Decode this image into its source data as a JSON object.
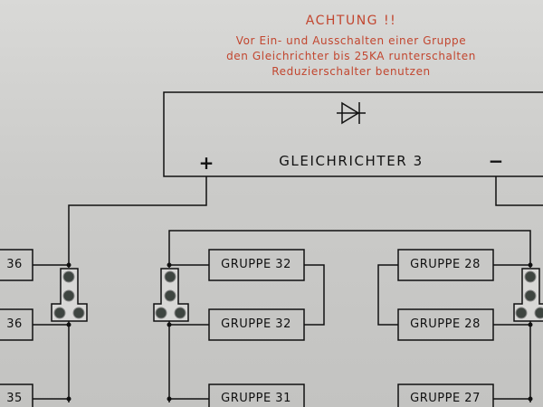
{
  "warning": {
    "title": "ACHTUNG !!",
    "lines": [
      "Vor Ein- und Ausschalten einer Gruppe",
      "den Gleichrichter bis 25KA runterschalten",
      "Reduzierschalter benutzen"
    ]
  },
  "rectifier": {
    "label": "GLEICHRICHTER 3",
    "plus": "+",
    "minus": "−",
    "icon": "diode-icon"
  },
  "groups": {
    "left": [
      "36",
      "36",
      "35"
    ],
    "middle": [
      "GRUPPE 32",
      "GRUPPE 32",
      "GRUPPE 31"
    ],
    "right": [
      "GRUPPE 28",
      "GRUPPE 28",
      "GRUPPE 27"
    ]
  },
  "colors": {
    "warning": "#c2462f",
    "line": "#111111",
    "panel": "#cbcbc9"
  }
}
